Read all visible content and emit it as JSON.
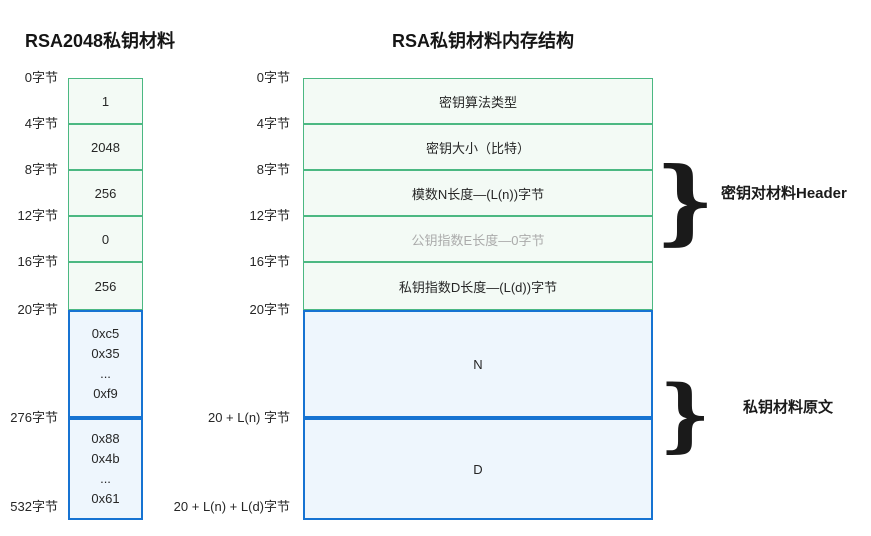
{
  "left_diagram": {
    "title": "RSA2048私钥材料",
    "offsets": [
      "0字节",
      "4字节",
      "8字节",
      "12字节",
      "16字节",
      "20字节",
      "276字节",
      "532字节"
    ],
    "header_cells": [
      "1",
      "2048",
      "256",
      "0",
      "256"
    ],
    "data_cells": [
      {
        "lines": [
          "0xc5",
          "0x35",
          "...",
          "0xf9"
        ]
      },
      {
        "lines": [
          "0x88",
          "0x4b",
          "...",
          "0x61"
        ]
      }
    ]
  },
  "right_diagram": {
    "title": "RSA私钥材料内存结构",
    "offsets": [
      "0字节",
      "4字节",
      "8字节",
      "12字节",
      "16字节",
      "20字节",
      "20 + L(n) 字节",
      "20 + L(n) + L(d)字节"
    ],
    "header_cells": [
      {
        "label": "密钥算法类型"
      },
      {
        "label": "密钥大小（比特）"
      },
      {
        "label": "模数N长度—(L(n))字节"
      },
      {
        "label": "公钥指数E长度—0字节"
      },
      {
        "label": "私钥指数D长度—(L(d))字节"
      }
    ],
    "data_cells": [
      "N",
      "D"
    ]
  },
  "annotations": {
    "brace_glyph": "}",
    "header_brace_label": "密钥对材料Header",
    "data_brace_label": "私钥材料原文"
  },
  "colors": {
    "green_border": "#4bb882",
    "green_fill": "#f3faf5",
    "blue_border": "#1673d2",
    "blue_fill": "#eef6fd",
    "muted_text": "#ababab"
  }
}
